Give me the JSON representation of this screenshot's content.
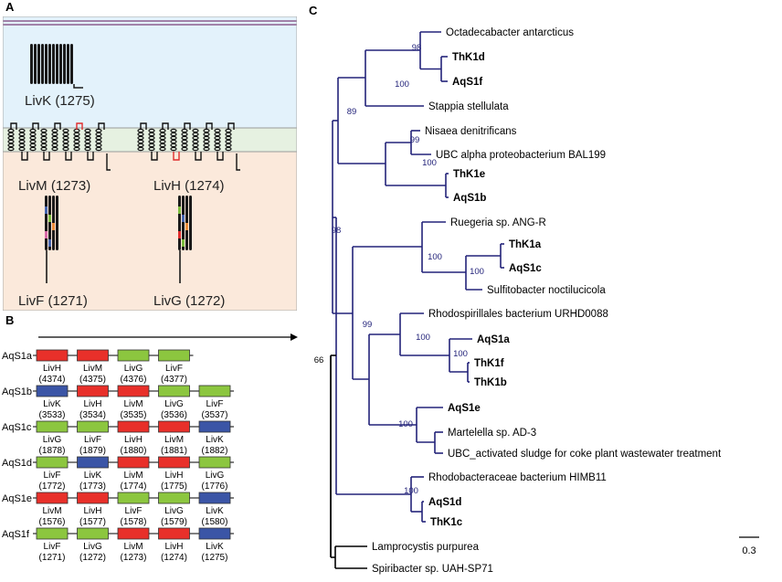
{
  "panels": {
    "a": {
      "letter": "A",
      "proteins": [
        {
          "key": "livk",
          "label": "LivK (1275)"
        },
        {
          "key": "livm",
          "label": "LivM (1273)"
        },
        {
          "key": "livh",
          "label": "LivH (1274)"
        },
        {
          "key": "livf",
          "label": "LivF (1271)"
        },
        {
          "key": "livg",
          "label": "LivG (1272)"
        }
      ],
      "colors": {
        "periplasm": "#e3f2fb",
        "membrane": "#e6f1e1",
        "cytoplasm": "#fbe9db",
        "outer_line": "#8b5c8e",
        "highlight_red": "#e02d2d",
        "blue": "#4666b0",
        "green": "#7cbd3f",
        "orange": "#ee8e3a",
        "pink": "#d96aa9"
      }
    },
    "b": {
      "letter": "B",
      "colors": {
        "LivH": "#e8302a",
        "LivM": "#e8302a",
        "LivG": "#8cc63f",
        "LivF": "#8cc63f",
        "LivK": "#3b55a6"
      },
      "rows": [
        {
          "name": "AqS1a",
          "genes": [
            {
              "label": "LivH",
              "id": "(4374)"
            },
            {
              "label": "LivM",
              "id": "(4375)"
            },
            {
              "label": "LivG",
              "id": "(4376)"
            },
            {
              "label": "LivF",
              "id": "(4377)"
            }
          ]
        },
        {
          "name": "AqS1b",
          "genes": [
            {
              "label": "LivK",
              "id": "(3533)"
            },
            {
              "label": "LivH",
              "id": "(3534)"
            },
            {
              "label": "LivM",
              "id": "(3535)"
            },
            {
              "label": "LivG",
              "id": "(3536)"
            },
            {
              "label": "LivF",
              "id": "(3537)"
            }
          ]
        },
        {
          "name": "AqS1c",
          "genes": [
            {
              "label": "LivG",
              "id": "(1878)"
            },
            {
              "label": "LivF",
              "id": "(1879)"
            },
            {
              "label": "LivH",
              "id": "(1880)"
            },
            {
              "label": "LivM",
              "id": "(1881)"
            },
            {
              "label": "LivK",
              "id": "(1882)"
            }
          ]
        },
        {
          "name": "AqS1d",
          "genes": [
            {
              "label": "LivF",
              "id": "(1772)"
            },
            {
              "label": "LivK",
              "id": "(1773)"
            },
            {
              "label": "LivM",
              "id": "(1774)"
            },
            {
              "label": "LivH",
              "id": "(1775)"
            },
            {
              "label": "LivG",
              "id": "(1776)"
            }
          ]
        },
        {
          "name": "AqS1e",
          "genes": [
            {
              "label": "LivM",
              "id": "(1576)"
            },
            {
              "label": "LivH",
              "id": "(1577)"
            },
            {
              "label": "LivF",
              "id": "(1578)"
            },
            {
              "label": "LivG",
              "id": "(1579)"
            },
            {
              "label": "LivK",
              "id": "(1580)"
            }
          ]
        },
        {
          "name": "AqS1f",
          "genes": [
            {
              "label": "LivF",
              "id": "(1271)"
            },
            {
              "label": "LivG",
              "id": "(1272)"
            },
            {
              "label": "LivM",
              "id": "(1273)"
            },
            {
              "label": "LivH",
              "id": "(1274)"
            },
            {
              "label": "LivK",
              "id": "(1275)"
            }
          ]
        }
      ]
    },
    "c": {
      "letter": "C",
      "branch_color": "#23237a",
      "outgroup_color": "#000000",
      "bootstrap_color": "#23237a",
      "leaves": [
        {
          "label": "Octadecabacter antarcticus",
          "bold": false
        },
        {
          "label": "ThK1d",
          "bold": true
        },
        {
          "label": "AqS1f",
          "bold": true
        },
        {
          "label": "Stappia stellulata",
          "bold": false
        },
        {
          "label": "Nisaea denitrificans",
          "bold": false
        },
        {
          "label": "UBC alpha proteobacterium BAL199",
          "bold": false
        },
        {
          "label": "ThK1e",
          "bold": true
        },
        {
          "label": "AqS1b",
          "bold": true
        },
        {
          "label": "Ruegeria sp. ANG-R",
          "bold": false
        },
        {
          "label": "ThK1a",
          "bold": true
        },
        {
          "label": "AqS1c",
          "bold": true
        },
        {
          "label": "Sulfitobacter noctilucicola",
          "bold": false
        },
        {
          "label": "Rhodospirillales bacterium URHD0088",
          "bold": false
        },
        {
          "label": "AqS1a",
          "bold": true
        },
        {
          "label": "ThK1f",
          "bold": true
        },
        {
          "label": "ThK1b",
          "bold": true
        },
        {
          "label": "AqS1e",
          "bold": true
        },
        {
          "label": "Martelella sp. AD-3",
          "bold": false
        },
        {
          "label": "UBC_activated sludge for coke plant wastewater treatment",
          "bold": false
        },
        {
          "label": "Rhodobacteraceae bacterium HIMB11",
          "bold": false
        },
        {
          "label": "AqS1d",
          "bold": true
        },
        {
          "label": "ThK1c",
          "bold": true
        },
        {
          "label": "Lamprocystis purpurea",
          "bold": false
        },
        {
          "label": "Spiribacter sp. UAH-SP71",
          "bold": false
        }
      ],
      "bootstraps": [
        "98",
        "100",
        "89",
        "99",
        "100",
        "98",
        "100",
        "100",
        "100",
        "100",
        "99",
        "100",
        "66",
        "100"
      ],
      "scale_label": "0.3"
    }
  }
}
